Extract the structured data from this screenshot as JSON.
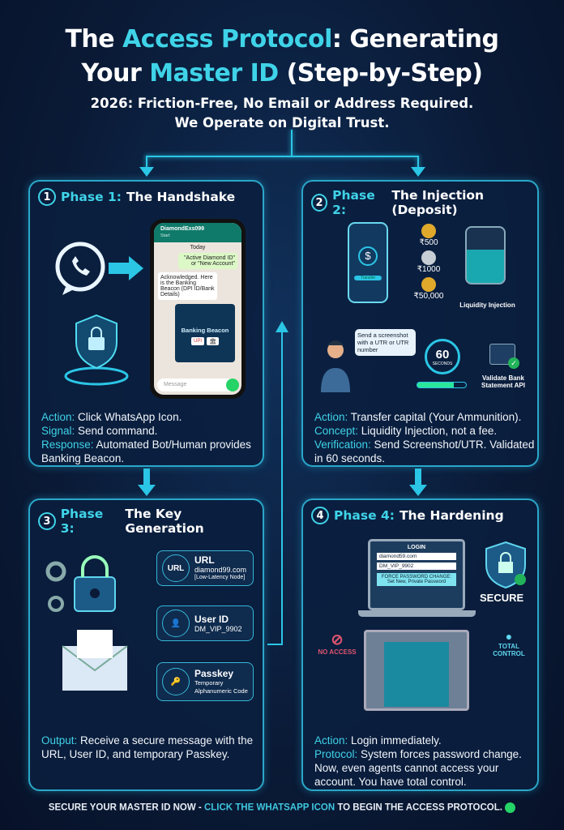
{
  "header": {
    "title_a": "The ",
    "title_b": "Access Protocol",
    ": ": "",
    "title_c": ": Generating",
    "title_d": "Your ",
    "title_e": "Master ID",
    "title_f": " (Step-by-Step)",
    "subtitle_1": "2026: Friction-Free, No Email or Address Required.",
    "subtitle_2": "We Operate on Digital Trust."
  },
  "phase1": {
    "num": "1",
    "label": "Phase 1:",
    "title": "The Handshake",
    "chat": {
      "contact": "DiamondExs099",
      "status": "Start",
      "day": "Today",
      "msg1": "\"Active Diamond ID\"",
      "msg2": "or \"New Account\"",
      "reply": "Acknowledged. Here is the Banking Beacon (DPI ID/Bank Details)",
      "beacon": "Banking Beacon",
      "upi": "UPI",
      "input_placeholder": "Message"
    },
    "lines": [
      {
        "key": "Action:",
        "text": " Click WhatsApp Icon."
      },
      {
        "key": "Signal:",
        "text": " Send command."
      },
      {
        "key": "Response:",
        "text": " Automated Bot/Human provides Banking Beacon."
      }
    ]
  },
  "phase2": {
    "num": "2",
    "label": "Phase 2:",
    "title": "The Injection (Deposit)",
    "amounts": [
      "₹500",
      "₹1000",
      "₹50,000"
    ],
    "phone_button": "Transfer",
    "liquidity_label": "Liquidity Injection",
    "bubble": "Send a screenshot with a UTR or UTR number",
    "timer_value": "60",
    "timer_unit": "SECONDS",
    "validate_label": "Validate Bank Statement API",
    "lines": [
      {
        "key": "Action:",
        "text": " Transfer capital (Your Ammunition)."
      },
      {
        "key": "Concept:",
        "text": " Liquidity Injection, not a fee."
      },
      {
        "key": "Verification:",
        "text": " Send Screenshot/UTR. Validated in 60 seconds."
      }
    ]
  },
  "phase3": {
    "num": "3",
    "label": "Phase 3:",
    "title": "The Key Generation",
    "cards": [
      {
        "icon": "URL",
        "title": "URL",
        "line1": "diamond99.com",
        "line2": "[Low-Latency Node]"
      },
      {
        "title": "User ID",
        "line1": "DM_VIP_9902"
      },
      {
        "title": "Passkey",
        "line1": "Temporary",
        "line2": "Alphanumeric Code"
      }
    ],
    "lines": [
      {
        "key": "Output:",
        "text": " Receive a secure message with the URL, User ID, and temporary Passkey."
      }
    ]
  },
  "phase4": {
    "num": "4",
    "label": "Phase 4:",
    "title": "The Hardening",
    "login_title": "LOGIN",
    "login_url": "diamond59.com",
    "login_user": "DM_VIP_9902",
    "force_1": "FORCE PASSWORD CHANGE:",
    "force_2": "Set New, Private Password",
    "secure": "SECURE",
    "no_access": "NO ACCESS",
    "total_control": "TOTAL CONTROL",
    "lines": [
      {
        "key": "Action:",
        "text": " Login immediately."
      },
      {
        "key": "Protocol:",
        "text": " System forces password change. Now, even agents cannot access your account. You have total control."
      }
    ]
  },
  "footer": {
    "a": "SECURE YOUR MASTER ID NOW - ",
    "b": "CLICK THE WHATSAPP ICON",
    "c": " TO BEGIN THE ACCESS PROTOCOL."
  },
  "colors": {
    "accent": "#3fd3e8",
    "background": "#0a1a36",
    "whatsapp": "#25d366"
  }
}
